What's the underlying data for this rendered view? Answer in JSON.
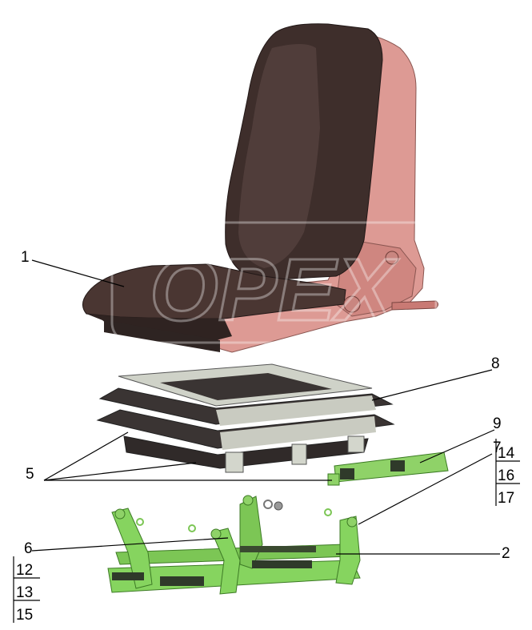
{
  "diagram": {
    "callouts": {
      "c1": "1",
      "c2": "2",
      "c5": "5",
      "c6": "6",
      "c7": "7",
      "c8": "8",
      "c9": "9",
      "c12": "12",
      "c13": "13",
      "c14": "14",
      "c15": "15",
      "c16": "16",
      "c17": "17"
    },
    "watermark": "OPEX",
    "colors": {
      "cushion": "#4a3632",
      "backrest_front": "#3e2e2b",
      "frame": "#dd9a94",
      "frame_dark": "#b86f69",
      "bellows_plate": "#cfd2c8",
      "bellows_dark": "#3a3433",
      "bracket": "#8fd268",
      "bracket_dark": "#5aa43a",
      "base": "#86d45f",
      "base_dark": "#4c8f30"
    }
  }
}
